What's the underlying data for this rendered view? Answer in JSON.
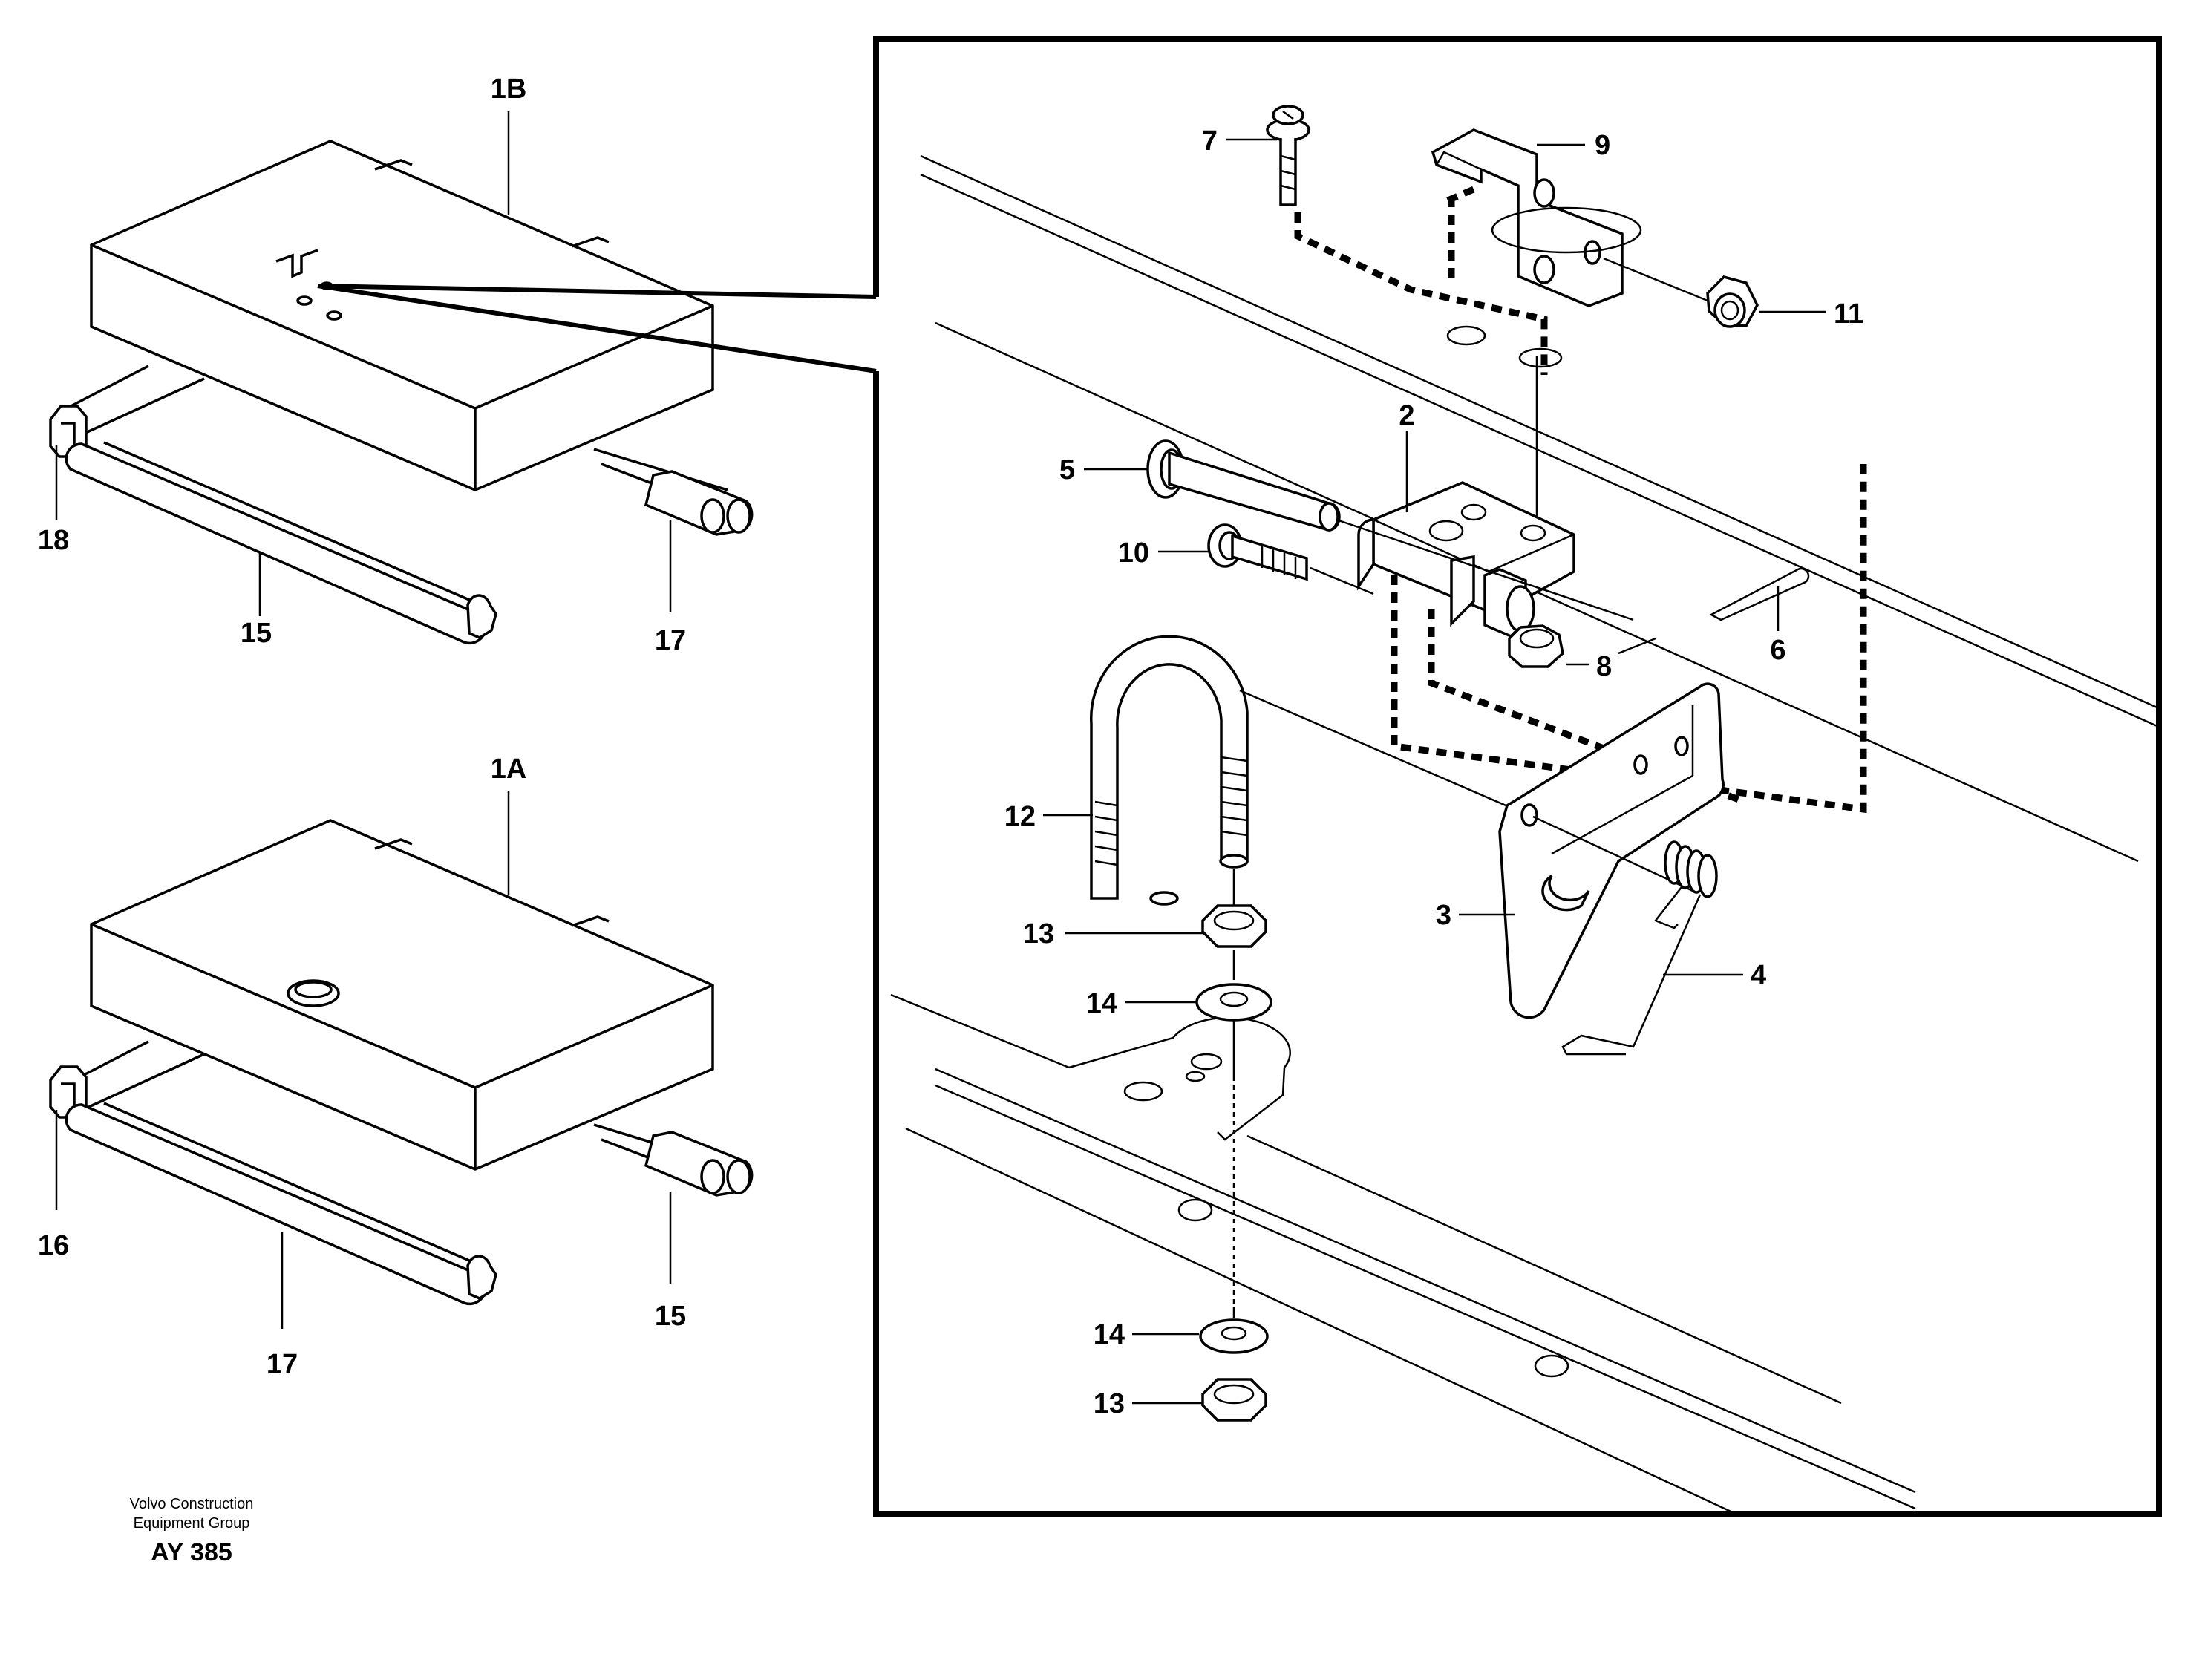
{
  "diagram": {
    "group_labels": {
      "upper": "1B",
      "lower": "1A"
    },
    "detail_labels": {
      "p2": "2",
      "p3": "3",
      "p4": "4",
      "p5": "5",
      "p6": "6",
      "p7": "7",
      "p8": "8",
      "p9": "9",
      "p10": "10",
      "p11": "11",
      "p12": "12",
      "p13a": "13",
      "p13b": "13",
      "p14a": "14",
      "p14b": "14"
    },
    "upper_seal_labels": {
      "left": "18",
      "middle": "15",
      "right": "17"
    },
    "lower_seal_labels": {
      "left": "16",
      "middle": "17",
      "right": "15"
    },
    "footer": {
      "company_line1": "Volvo Construction",
      "company_line2": "Equipment Group",
      "code": "AY 385"
    }
  }
}
